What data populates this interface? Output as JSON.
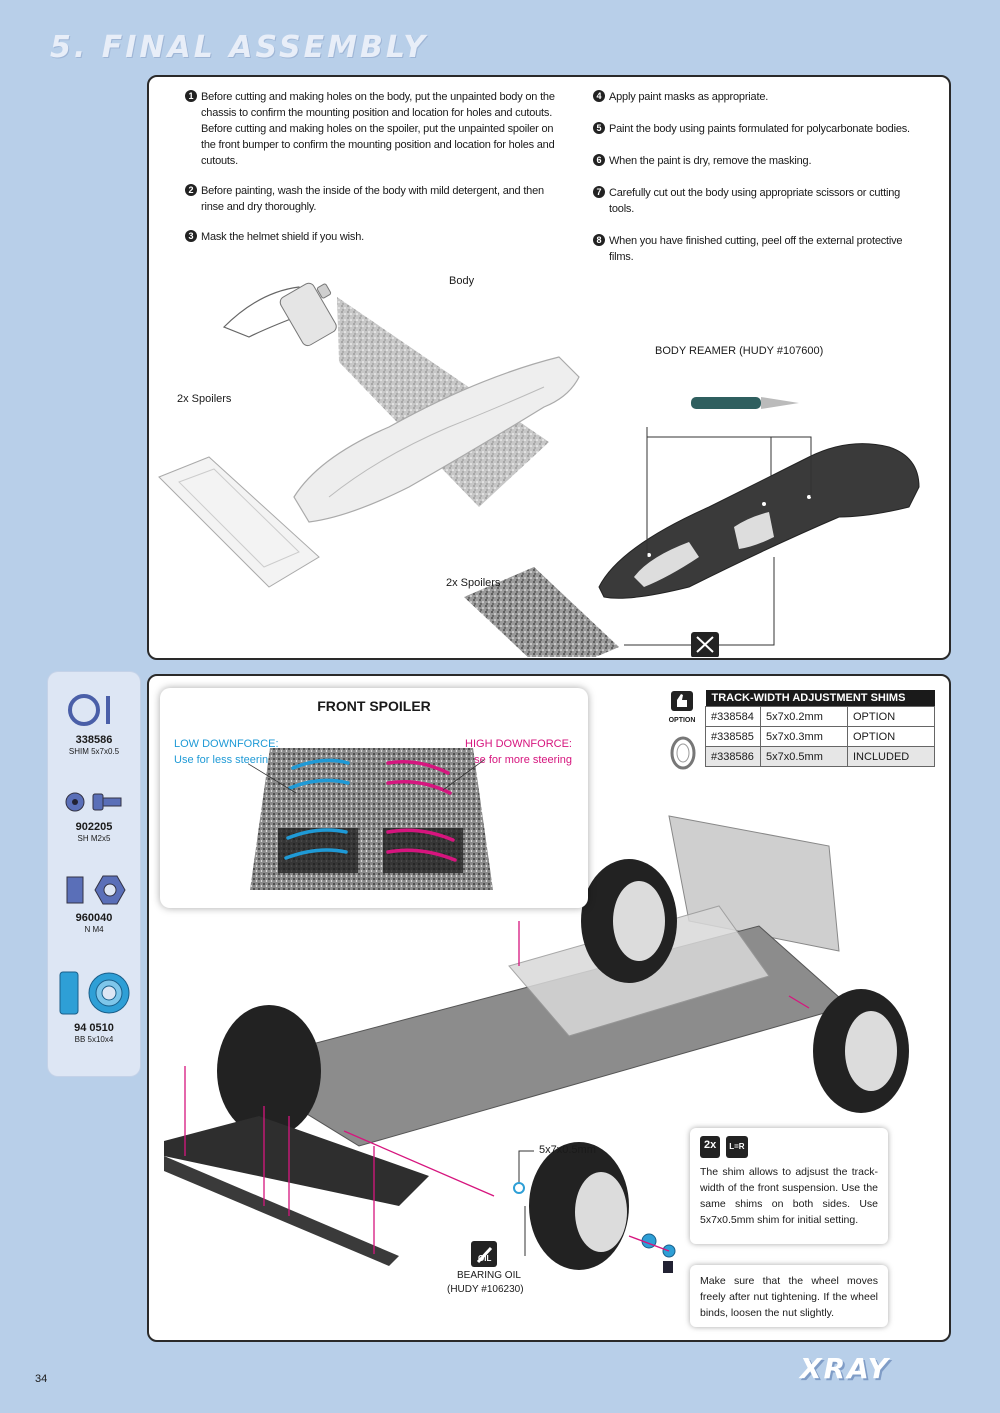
{
  "page": {
    "title": "5. FINAL ASSEMBLY",
    "page_number": "34",
    "brand": "XRAY"
  },
  "steps_left": [
    {
      "num": "1",
      "text": "Before cutting and making holes on the body, put the unpainted body on the chassis to confirm the mounting position and location for holes and cutouts.",
      "text2": "Before cutting and making holes on the  spoiler, put the unpainted spoiler on the front bumper to confirm the mounting position and location for holes and cutouts."
    },
    {
      "num": "2",
      "text": "Before painting, wash the inside of the body with mild detergent, and then rinse and dry thoroughly."
    },
    {
      "num": "3",
      "text": "Mask the helmet shield if you wish."
    }
  ],
  "steps_right": [
    {
      "num": "4",
      "text": "Apply paint masks as appropriate."
    },
    {
      "num": "5",
      "text": "Paint the body using paints formulated for polycarbonate bodies."
    },
    {
      "num": "6",
      "text": "When the paint is dry, remove the masking."
    },
    {
      "num": "7",
      "text": "Carefully cut out the body using appropriate scissors or cutting tools."
    },
    {
      "num": "8",
      "text": "When you have finished cutting, peel off the external protective films."
    }
  ],
  "panel1_labels": {
    "body": "Body",
    "spoilers_top": "2x Spoilers",
    "reamer": "BODY REAMER (HUDY #107600)",
    "spoilers_bottom": "2x Spoilers"
  },
  "parts": [
    {
      "code": "338586",
      "desc": "SHIM 5x7x0.5",
      "icon": "shim-icon"
    },
    {
      "code": "902205",
      "desc": "SH M2x5",
      "icon": "screw-icon"
    },
    {
      "code": "960040",
      "desc": "N M4",
      "icon": "nut-icon"
    },
    {
      "code": "94 0510",
      "desc": "BB 5x10x4",
      "icon": "ball-bearing-icon"
    }
  ],
  "front_spoiler": {
    "title": "FRONT SPOILER",
    "low_title": "LOW DOWNFORCE:",
    "low_desc": "Use for less steering",
    "high_title": "HIGH DOWNFORCE:",
    "high_desc": "Use for more steering",
    "low_color": "#1f9ad6",
    "high_color": "#d6157e"
  },
  "shims_table": {
    "option_badge": "OPTION",
    "header": "TRACK-WIDTH ADJUSTMENT SHIMS",
    "rows": [
      {
        "part": "#338584",
        "size": "5x7x0.2mm",
        "status": "OPTION"
      },
      {
        "part": "#338585",
        "size": "5x7x0.3mm",
        "status": "OPTION"
      },
      {
        "part": "#338586",
        "size": "5x7x0.5mm",
        "status": "INCLUDED"
      }
    ]
  },
  "assembly": {
    "shim_label": "5x7x0.5mm",
    "oil_badge": "OIL",
    "bearing_oil": "BEARING OIL",
    "bearing_oil_ref": "(HUDY #106230)",
    "badge_2x": "2x",
    "badge_lr": "L=R",
    "note1": "The shim allows to adjsust the track-width of the front suspension. Use the same shims on both sides. Use 5x7x0.5mm shim for initial setting.",
    "note2": "Make sure that the wheel moves freely after nut tightening. If the wheel binds, loosen the nut slightly."
  }
}
